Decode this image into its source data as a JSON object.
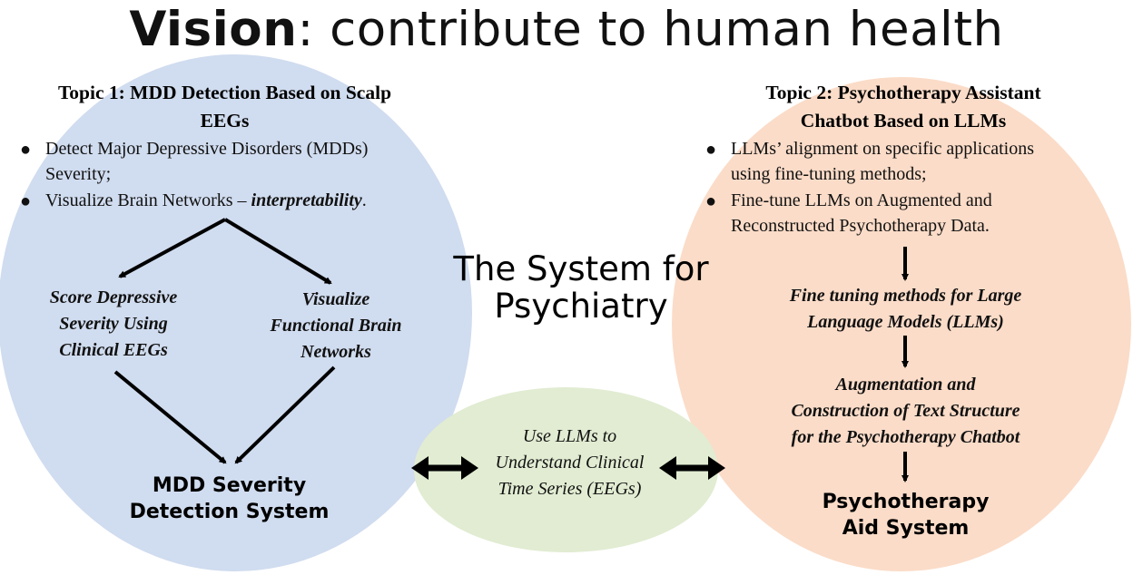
{
  "title": {
    "highlight": "Vision",
    "rest": ": contribute to human health"
  },
  "center": {
    "line1": "The System for",
    "line2": "Psychiatry"
  },
  "topic1": {
    "title_line1": "Topic 1: MDD Detection Based on Scalp",
    "title_line2": "EEGs",
    "bullet1_line1": "Detect Major Depressive Disorders (MDDs)",
    "bullet1_line2": "Severity;",
    "bullet2_prefix": "Visualize Brain Networks – ",
    "bullet2_emph": "interpretability",
    "bullet2_suffix": ".",
    "branch_left": [
      "Score Depressive",
      "Severity Using",
      "Clinical EEGs"
    ],
    "branch_right": [
      "Visualize",
      "Functional Brain",
      "Networks"
    ],
    "system": [
      "MDD Severity",
      "Detection System"
    ]
  },
  "topic2": {
    "title_line1": "Topic 2: Psychotherapy Assistant",
    "title_line2": "Chatbot Based on LLMs",
    "bullet1_line1": "LLMs’ alignment on specific applications",
    "bullet1_line2": "using fine-tuning methods;",
    "bullet2_line1": "Fine-tune LLMs on Augmented and",
    "bullet2_line2": "Reconstructed Psychotherapy Data.",
    "step1": [
      "Fine tuning methods for Large",
      "Language Models (LLMs)"
    ],
    "step2": [
      "Augmentation and",
      "Construction of Text Structure",
      "for the Psychotherapy Chatbot"
    ],
    "system": [
      "Psychotherapy",
      "Aid System"
    ]
  },
  "bridge": [
    "Use LLMs to",
    "Understand Clinical",
    "Time Series (EEGs)"
  ],
  "colors": {
    "blue_ellipse": "#d0dcef",
    "orange_ellipse": "#fbdcc8",
    "green_ellipse": "#e1ecd2"
  }
}
